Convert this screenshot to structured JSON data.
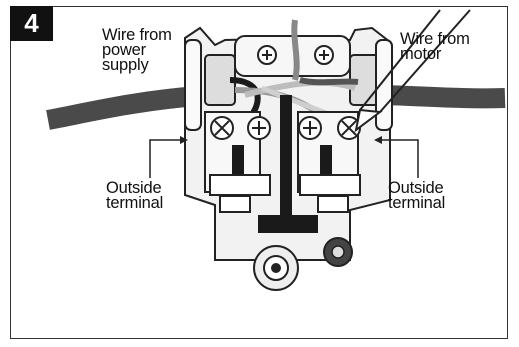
{
  "step_number": "4",
  "labels": {
    "wire_from_power_supply": "Wire from\npower\nsupply",
    "wire_from_motor": "Wire from\nmotor",
    "outside_terminal_left": "Outside\nterminal",
    "outside_terminal_right": "Outside\nterminal"
  },
  "colors": {
    "wire_dark": "#4a4a4a",
    "housing": "#f2f2f2",
    "outline": "#222222",
    "black_part": "#1a1a1a"
  }
}
